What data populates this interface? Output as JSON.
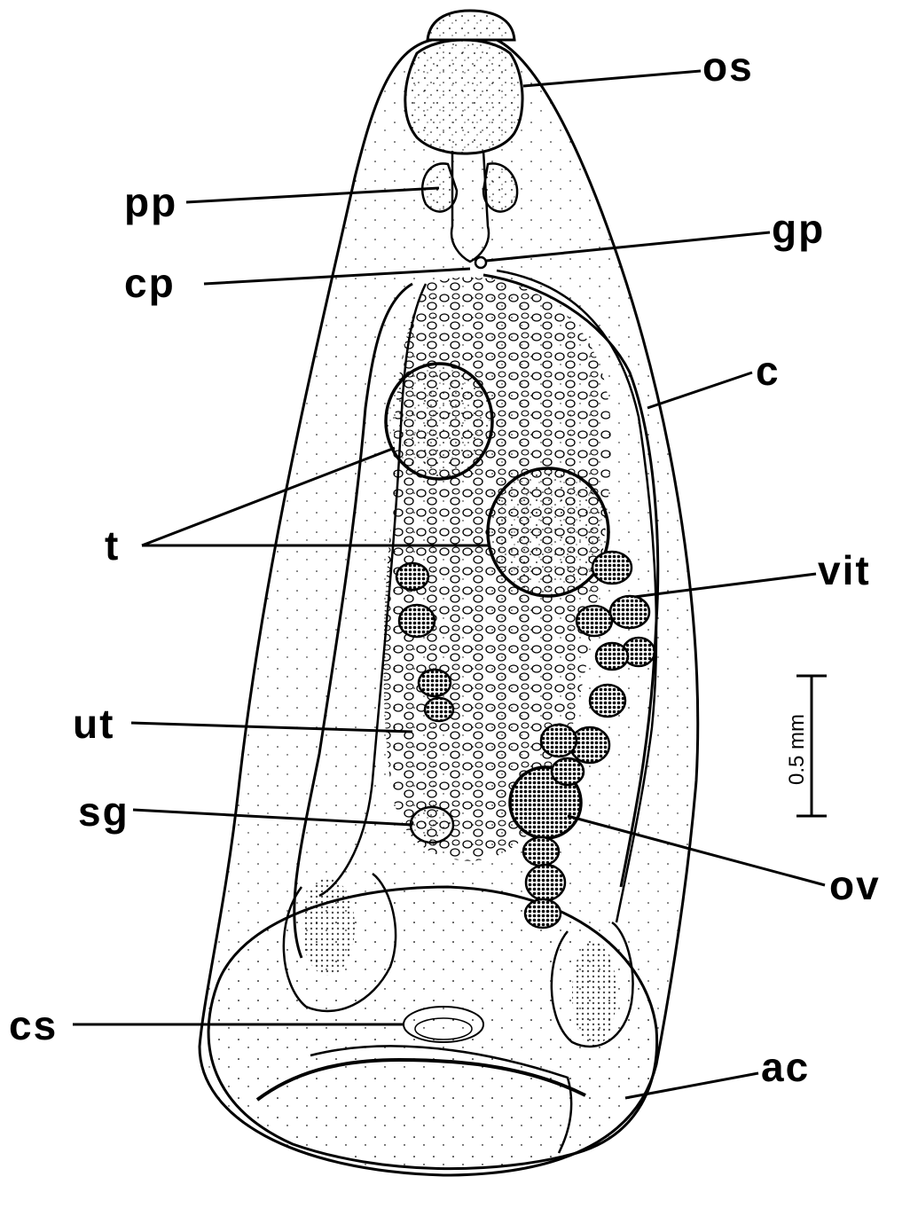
{
  "labels": {
    "os": "os",
    "pp": "pp",
    "gp": "gp",
    "cp": "cp",
    "c": "c",
    "t": "t",
    "vit": "vit",
    "ut": "ut",
    "sg": "sg",
    "ov": "ov",
    "cs": "cs",
    "ac": "ac"
  },
  "scale_bar": {
    "label": "0.5 mm"
  },
  "colors": {
    "ink": "#000000",
    "paper": "#ffffff"
  }
}
